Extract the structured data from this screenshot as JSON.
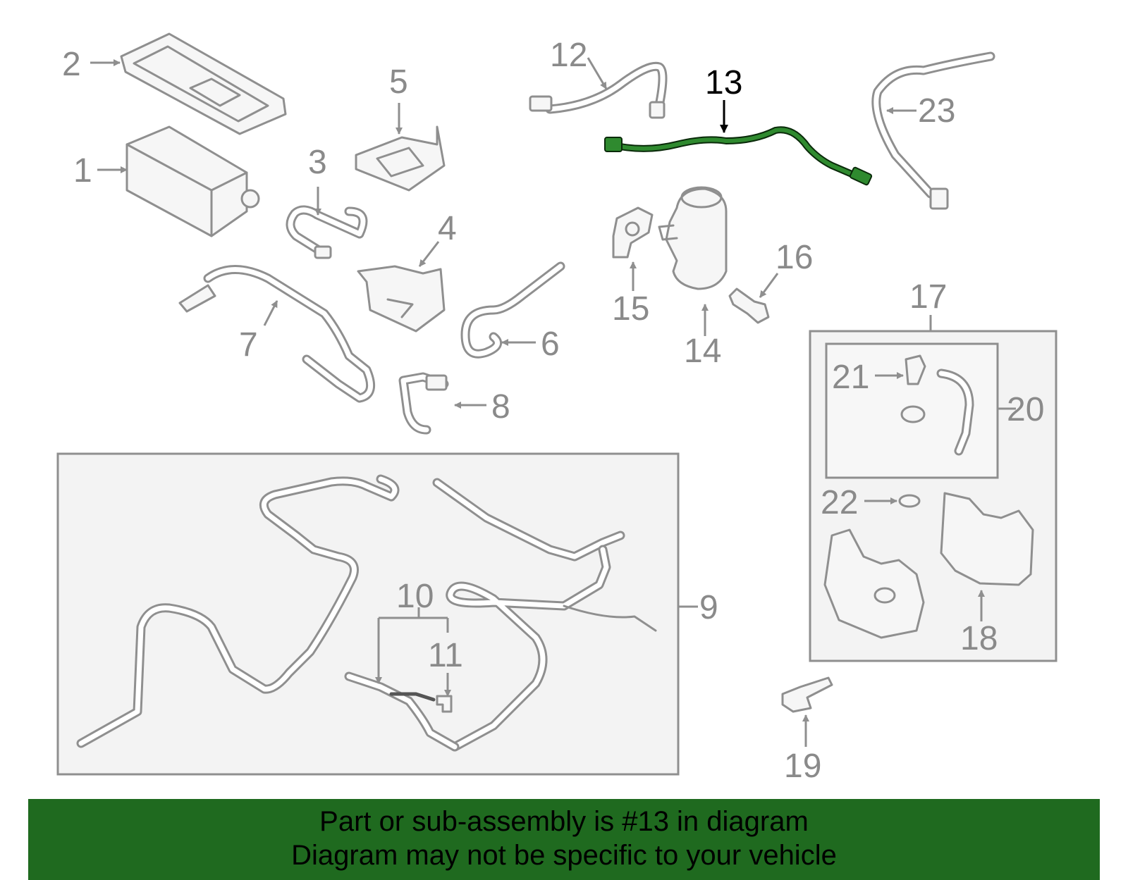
{
  "highlight": {
    "part_number": "13",
    "color": "#1f6a1f"
  },
  "callouts": {
    "c1": "1",
    "c2": "2",
    "c3": "3",
    "c4": "4",
    "c5": "5",
    "c6": "6",
    "c7": "7",
    "c8": "8",
    "c9": "9",
    "c10": "10",
    "c11": "11",
    "c12": "12",
    "c13": "13",
    "c14": "14",
    "c15": "15",
    "c16": "16",
    "c17": "17",
    "c18": "18",
    "c19": "19",
    "c20": "20",
    "c21": "21",
    "c22": "22",
    "c23": "23"
  },
  "footer": {
    "line1": "Part or sub-assembly is #13 in diagram",
    "line2": "Diagram may not be specific to your vehicle",
    "background": "#1f6a1f"
  }
}
